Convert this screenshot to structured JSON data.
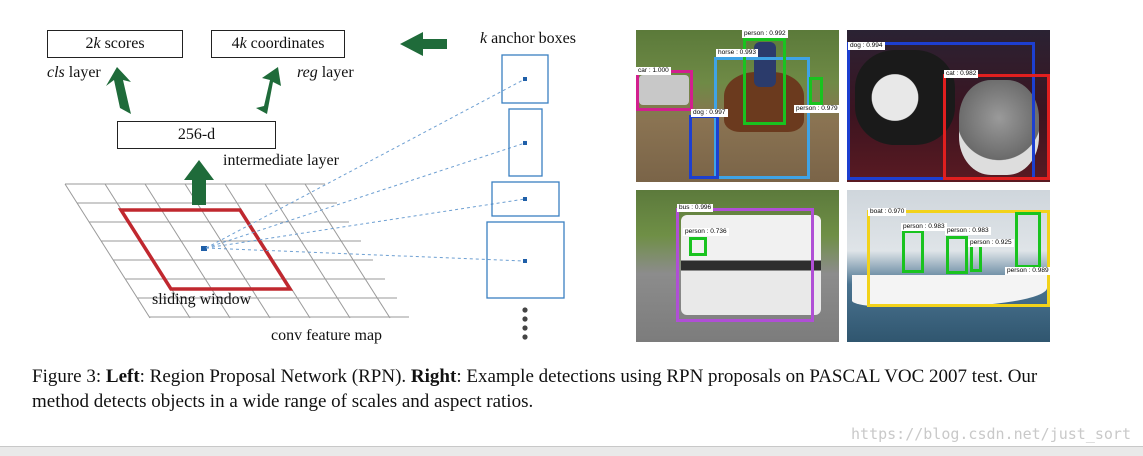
{
  "rpn": {
    "scores_label_num": "2",
    "scores_label_k": "k",
    "scores_label_rest": " scores",
    "coords_label_num": "4",
    "coords_label_k": "k",
    "coords_label_rest": " coordinates",
    "cls_italic": "cls",
    "cls_rest": " layer",
    "reg_italic": "reg",
    "reg_rest": " layer",
    "intermediate_box": "256-d",
    "intermediate_label": "intermediate layer",
    "anchor_k": "k",
    "anchor_rest": " anchor boxes",
    "sliding_window": "sliding window",
    "feature_map": "conv feature map",
    "colors": {
      "arrow": "#1f6b3a",
      "window": "#c0282f",
      "anchor": "#3a7fc1",
      "grid": "#9a9a9a"
    }
  },
  "detections": {
    "photo1": {
      "tags": [
        "car : 1.000",
        "horse : 0.993",
        "person : 0.992",
        "dog : 0.997",
        "person : 0.979"
      ]
    },
    "photo2": {
      "tags": [
        "dog : 0.994",
        "cat : 0.982"
      ]
    },
    "photo3": {
      "tags": [
        "bus : 0.996",
        "person : 0.736"
      ]
    },
    "photo4": {
      "tags": [
        "boat : 0.970",
        "person : 0.983",
        "person : 0.983",
        "person : 0.925",
        "person : 0.989"
      ]
    }
  },
  "caption": {
    "prefix": "Figure 3: ",
    "left_bold": "Left",
    "left_text": ": Region Proposal Network (RPN). ",
    "right_bold": "Right",
    "right_text": ": Example detections using RPN proposals on PASCAL VOC 2007 test. Our method detects objects in a wide range of scales and aspect ratios."
  },
  "watermark": "https://blog.csdn.net/just_sort"
}
